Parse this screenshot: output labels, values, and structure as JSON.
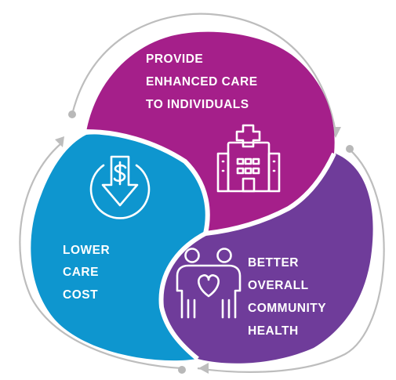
{
  "diagram": {
    "segments": [
      {
        "id": "provide",
        "color": "#a51f8a",
        "icon": "hospital-icon",
        "lines": [
          "PROVIDE",
          "ENHANCED CARE",
          "TO INDIVIDUALS"
        ]
      },
      {
        "id": "lower",
        "color": "#0e96cf",
        "icon": "dollar-down-icon",
        "lines": [
          "LOWER",
          "CARE",
          "COST"
        ]
      },
      {
        "id": "better",
        "color": "#6f3c9a",
        "icon": "people-heart-icon",
        "lines": [
          "BETTER",
          "OVERALL",
          "COMMUNITY",
          "HEALTH"
        ]
      }
    ],
    "ring_color": "#bdbdbd"
  }
}
